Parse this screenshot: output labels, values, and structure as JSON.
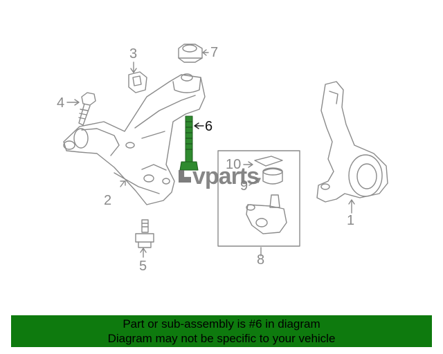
{
  "diagram": {
    "callouts": [
      {
        "id": "1",
        "label": "1"
      },
      {
        "id": "2",
        "label": "2"
      },
      {
        "id": "3",
        "label": "3"
      },
      {
        "id": "4",
        "label": "4"
      },
      {
        "id": "5",
        "label": "5"
      },
      {
        "id": "6",
        "label": "6"
      },
      {
        "id": "7",
        "label": "7"
      },
      {
        "id": "8",
        "label": "8"
      },
      {
        "id": "9",
        "label": "9"
      },
      {
        "id": "10",
        "label": "10"
      }
    ],
    "highlighted_part": "6",
    "highlight_color": "#2f8a2f",
    "line_color": "#8a8a8a"
  },
  "logo": {
    "text": "vparts"
  },
  "banner": {
    "line1": "Part or sub-assembly is #6 in diagram",
    "line2": "Diagram may not be specific to your vehicle",
    "background": "#0e7a0e"
  }
}
